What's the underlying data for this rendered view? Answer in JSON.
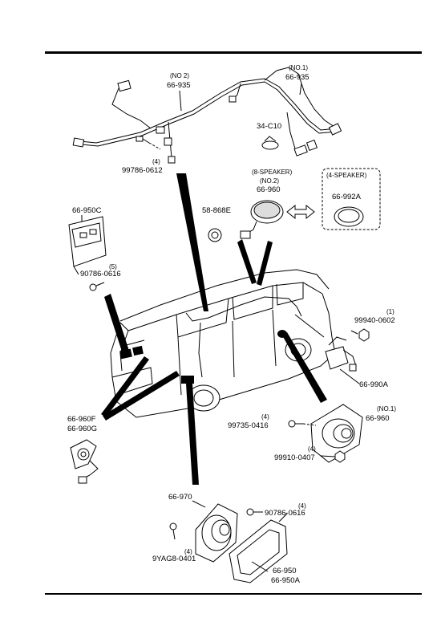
{
  "labels": {
    "harness_no2_qty": "(NO 2)",
    "harness_no2_pn": "66-935",
    "harness_no1_qty": "(NO.1)",
    "harness_no1_pn": "66-935",
    "clip_pn": "34-C10",
    "bolt_qty": "(4)",
    "bolt_pn": "99786-0612",
    "spk8_title": "(8-SPEAKER)",
    "spk8_no": "(NO.2)",
    "spk8_pn": "66-960",
    "spk4_title": "(4-SPEAKER)",
    "spk4_pn": "66-992A",
    "grommet_pn": "58-868E",
    "amp_pn": "66-950C",
    "amp_screw_qty": "(5)",
    "amp_screw_pn": "90786-0616",
    "nut_qty": "(1)",
    "nut_pn": "99940-0602",
    "tweeter_pn": "66-990A",
    "door_spk_no1_qty": "(NO.1)",
    "door_spk_no1_pn": "66-960",
    "door_screw_qty": "(4)",
    "door_screw_pn": "99735-0416",
    "door_nut_qty": "(4)",
    "door_nut_pn": "99910-0407",
    "pillar_pn_f": "66-960F",
    "pillar_pn_g": "66-960G",
    "rear_spk_pn": "66-970",
    "rear_screw_qty": "(4)",
    "rear_screw_pn": "90786-0616",
    "rear_bolt_pn": "9YAG8-0401",
    "rear_bolt_qty": "(4)",
    "bracket_pn": "66-950",
    "bracket_pn_a": "66-950A"
  }
}
